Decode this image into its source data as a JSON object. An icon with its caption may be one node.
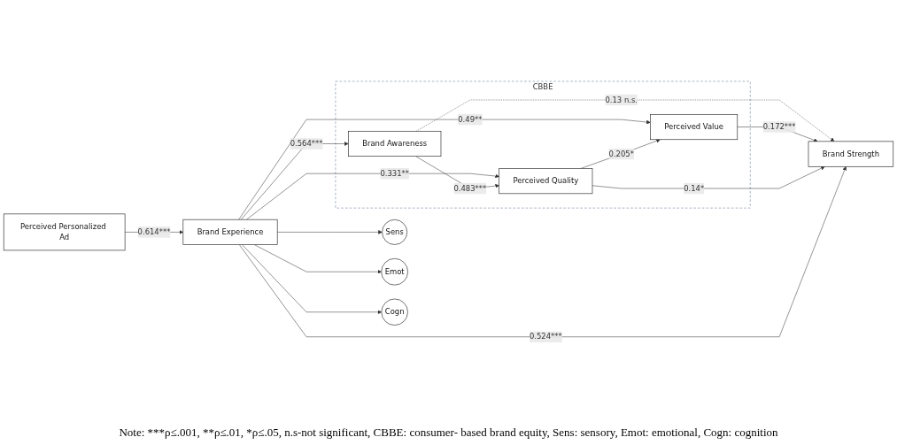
{
  "diagram": {
    "nodes": [
      {
        "text": [
          "Perceived Personalized Ad"
        ]
      },
      {
        "text": [
          "Brand Experience"
        ]
      },
      {
        "text": [
          "Sens"
        ]
      },
      {
        "text": [
          "Emot"
        ]
      },
      {
        "text": [
          "Cogn"
        ]
      },
      {
        "text": [
          "CBBE"
        ]
      },
      {
        "text": [
          "Brand Awareness"
        ],
        "in": 5
      },
      {
        "text": [
          "Perceived Value"
        ],
        "in": 5
      },
      {
        "text": [
          "Perceived Quality"
        ],
        "in": 5
      },
      {
        "text": [
          "Brand Strength"
        ]
      }
    ],
    "edges": [
      {
        "from": 0,
        "to": 1,
        "arrow": "to",
        "label": "0.614***"
      },
      {
        "from": 1,
        "to": 2,
        "arrow": "to"
      },
      {
        "from": 1,
        "to": 3,
        "arrow": "to"
      },
      {
        "from": 1,
        "to": 4,
        "arrow": "to"
      },
      {
        "from": 1,
        "to": 6,
        "arrow": "to",
        "label": "0.564***"
      },
      {
        "from": 1,
        "to": 7,
        "arrow": "to",
        "label": "0.49**"
      },
      {
        "from": 1,
        "to": 8,
        "arrow": "to",
        "label": "0.331**"
      },
      {
        "from": 6,
        "to": 9,
        "arrow": "to",
        "label": "0.13 n.s.",
        "style": "dashed"
      },
      {
        "from": 6,
        "to": 8,
        "arrow": "to",
        "label": "0.483***"
      },
      {
        "from": 7,
        "to": 9,
        "arrow": "to",
        "label": "0.172***"
      },
      {
        "from": 8,
        "to": 7,
        "arrow": "to",
        "label": "0.205*"
      },
      {
        "from": 8,
        "to": 9,
        "arrow": "to",
        "label": "0.14*"
      },
      {
        "from": 1,
        "to": 9,
        "arrow": "to",
        "label": "0.524***"
      }
    ],
    "labels": [
      "Note: ***ρ≤.001, **ρ≤.01, *ρ≤.05, n.s-not significant, CBBE: consumer- based brand equity, Sens: sensory, Emot: emotional, Cogn: cognition"
    ]
  }
}
